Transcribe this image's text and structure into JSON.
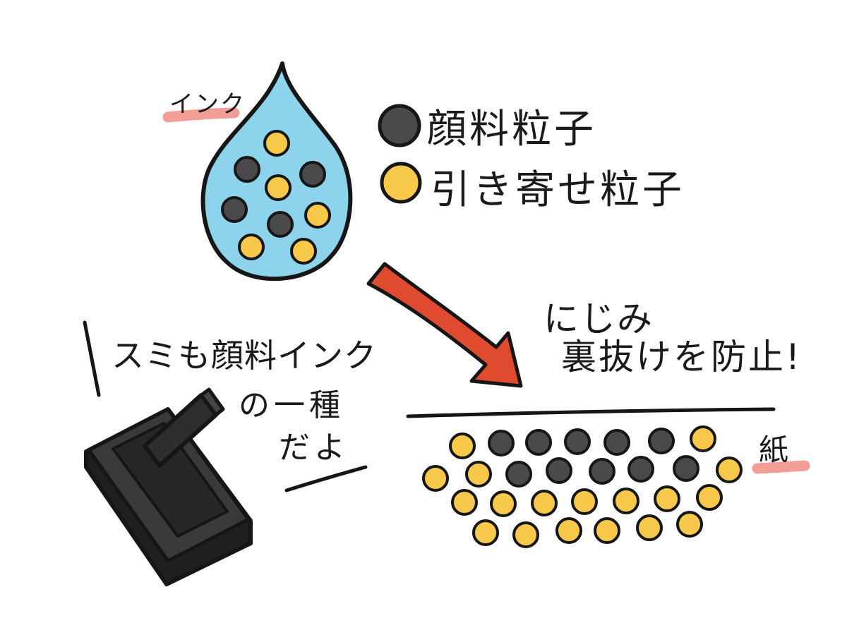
{
  "labels": {
    "ink": "インク",
    "paper": "紙"
  },
  "legend": {
    "pigment": "顔料粒子",
    "attract": "引き寄せ粒子"
  },
  "effect": {
    "line1": "にじみ",
    "line2": "裏抜けを防止!"
  },
  "sumi_note": {
    "line1": "スミも顔料インク",
    "line2": "の一種",
    "line3": "だよ"
  },
  "colors": {
    "ink_drop": "#8dd3ec",
    "pigment_particle": "#4a4a4c",
    "attract_particle": "#f7c84a",
    "arrow": "#e04a2e",
    "highlight": "#f08c84",
    "outline": "#161616",
    "inkstick": "#2e2e2e",
    "inkstone": "#3a3a3a"
  },
  "icons": {
    "drop": "ink-drop-icon",
    "arrow": "down-right-arrow-icon",
    "inkstone": "inkstone-with-ink-stick-icon"
  }
}
